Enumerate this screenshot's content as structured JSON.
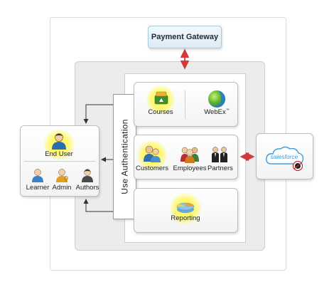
{
  "gateway": {
    "label": "Payment Gateway"
  },
  "auth": {
    "label": "Use Authentication"
  },
  "courses_card": {
    "courses": "Courses",
    "webex": "WebEx"
  },
  "users_card": {
    "customers": "Customers",
    "employees": "Employees",
    "partners": "Partners"
  },
  "reporting_card": {
    "reporting": "Reporting"
  },
  "end_user_card": {
    "title": "End User",
    "learner": "Learner",
    "admin": "Admin",
    "authors": "Authors"
  },
  "salesforce": {
    "logo_text": "salesforce"
  },
  "colors": {
    "highlight_glow": "#fff728",
    "arrow_red": "#d43a3a",
    "arrow_dark": "#333333",
    "gateway_fill": "#dcecf6"
  },
  "icons": [
    "courses-icon",
    "webex-icon",
    "customers-icon",
    "employees-icon",
    "partners-icon",
    "reporting-icon",
    "end-user-icon",
    "learner-icon",
    "admin-icon",
    "authors-icon",
    "salesforce-logo"
  ]
}
